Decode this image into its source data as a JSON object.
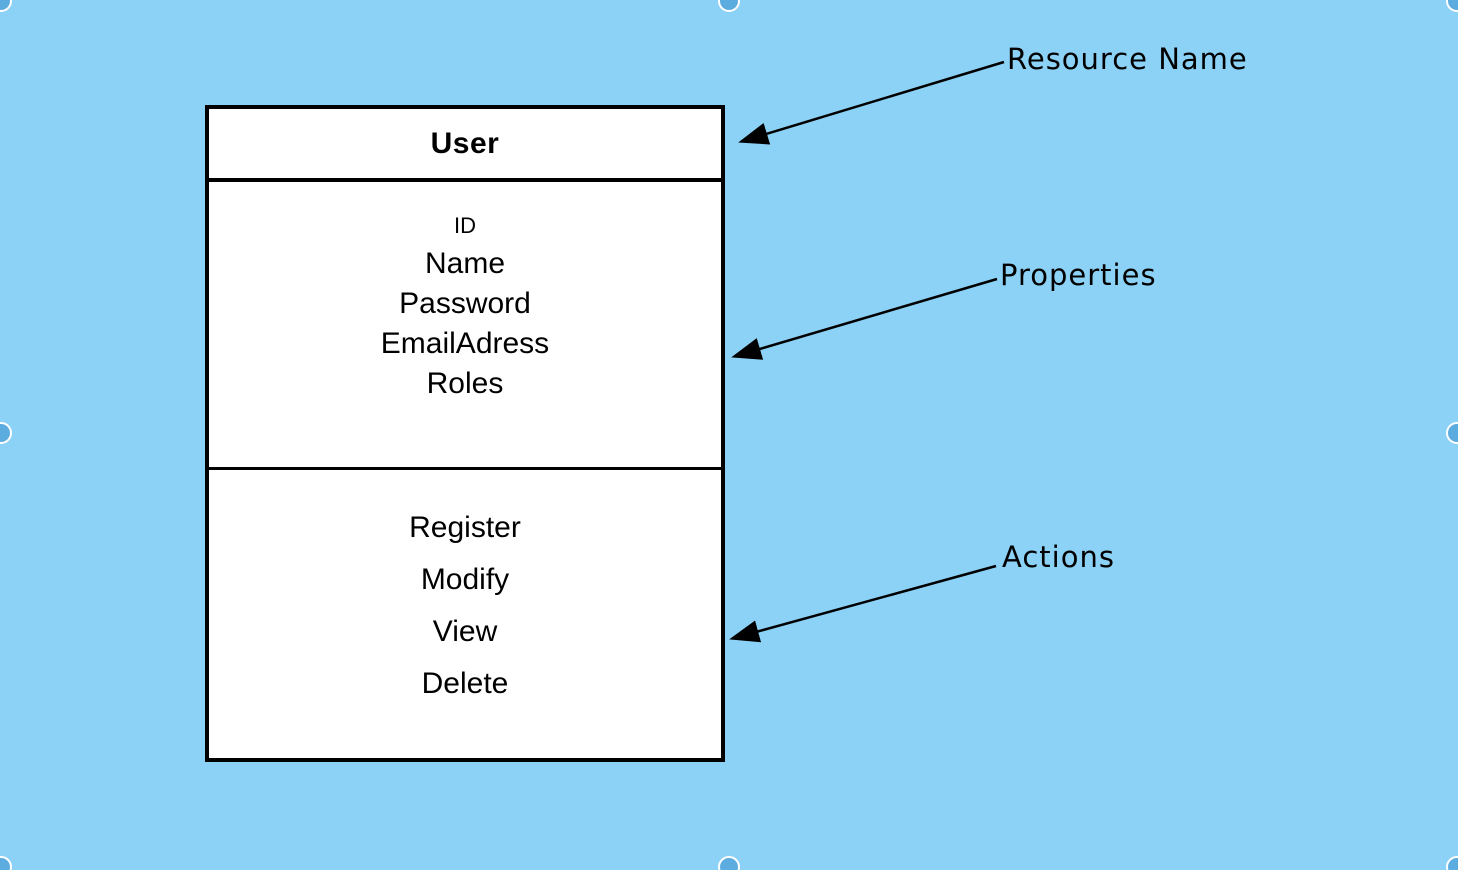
{
  "canvas": {
    "background_color": "#8CD1F6",
    "handle_fill_color": "#5CACE0",
    "handle_border_color": "#FFFFFF",
    "box_fill_color": "#FFFFFF",
    "line_color": "#000000"
  },
  "resource_box": {
    "title": "User",
    "properties": [
      "ID",
      "Name",
      "Password",
      "EmailAdress",
      "Roles"
    ],
    "actions": [
      "Register",
      "Modify",
      "View",
      "Delete"
    ]
  },
  "annotations": {
    "resource_name_label": "Resource Name",
    "properties_label": "Properties",
    "actions_label": "Actions"
  }
}
